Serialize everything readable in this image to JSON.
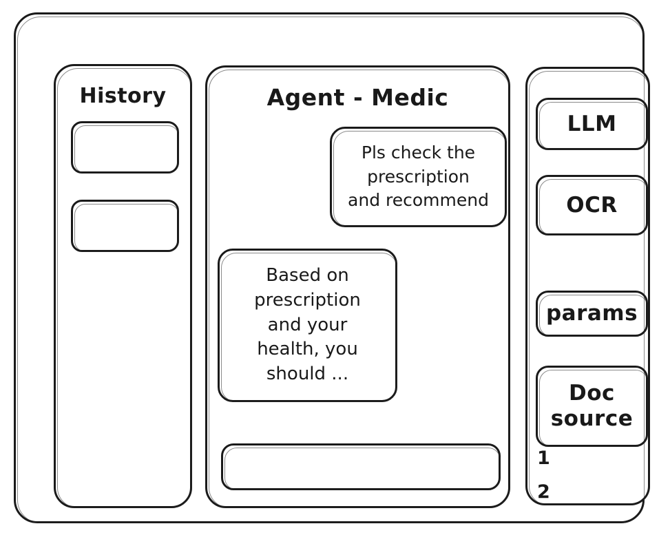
{
  "window": {
    "name": "wireframe-window"
  },
  "history_panel": {
    "title": "History",
    "items": [
      {
        "label": ""
      },
      {
        "label": ""
      }
    ]
  },
  "main_panel": {
    "title": "Agent - Medic",
    "messages": [
      {
        "role": "user",
        "text": "Pls check the\nprescription\nand recommend"
      },
      {
        "role": "assistant",
        "text": "Based on\nprescription\nand your\nhealth, you\nshould ..."
      }
    ],
    "composer": {
      "value": "",
      "placeholder": ""
    }
  },
  "tools_panel": {
    "buttons": [
      {
        "label": "LLM"
      },
      {
        "label": "OCR"
      },
      {
        "label": "params"
      },
      {
        "label": "Doc\nsource"
      }
    ],
    "doc_source_list": [
      {
        "label": "1"
      },
      {
        "label": "2"
      }
    ]
  },
  "colors": {
    "ink": "#1a1a1a",
    "background": "#ffffff"
  }
}
